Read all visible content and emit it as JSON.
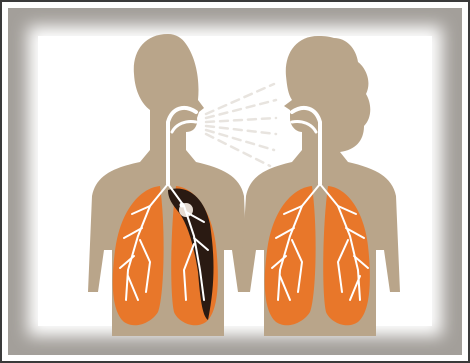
{
  "figure": {
    "frame_color": "#3a3a3a",
    "vignette_color": "#9e9a95",
    "background": "#ffffff"
  },
  "people": [
    {
      "id": "left-person",
      "lungs": "infected",
      "head": "short-hair"
    },
    {
      "id": "right-person",
      "lungs": "healthy",
      "head": "long-hair"
    }
  ],
  "colors": {
    "body": "#b9a58a",
    "lung": "#e8772a",
    "lung_shade": "#c95a14",
    "airway": "#ffffff",
    "infection": "#2a1a12",
    "spray": "#e8e4df"
  },
  "icons": {
    "left_lungs": "infected-lungs-icon",
    "right_lungs": "healthy-lungs-icon",
    "spray": "airborne-droplets-icon"
  }
}
